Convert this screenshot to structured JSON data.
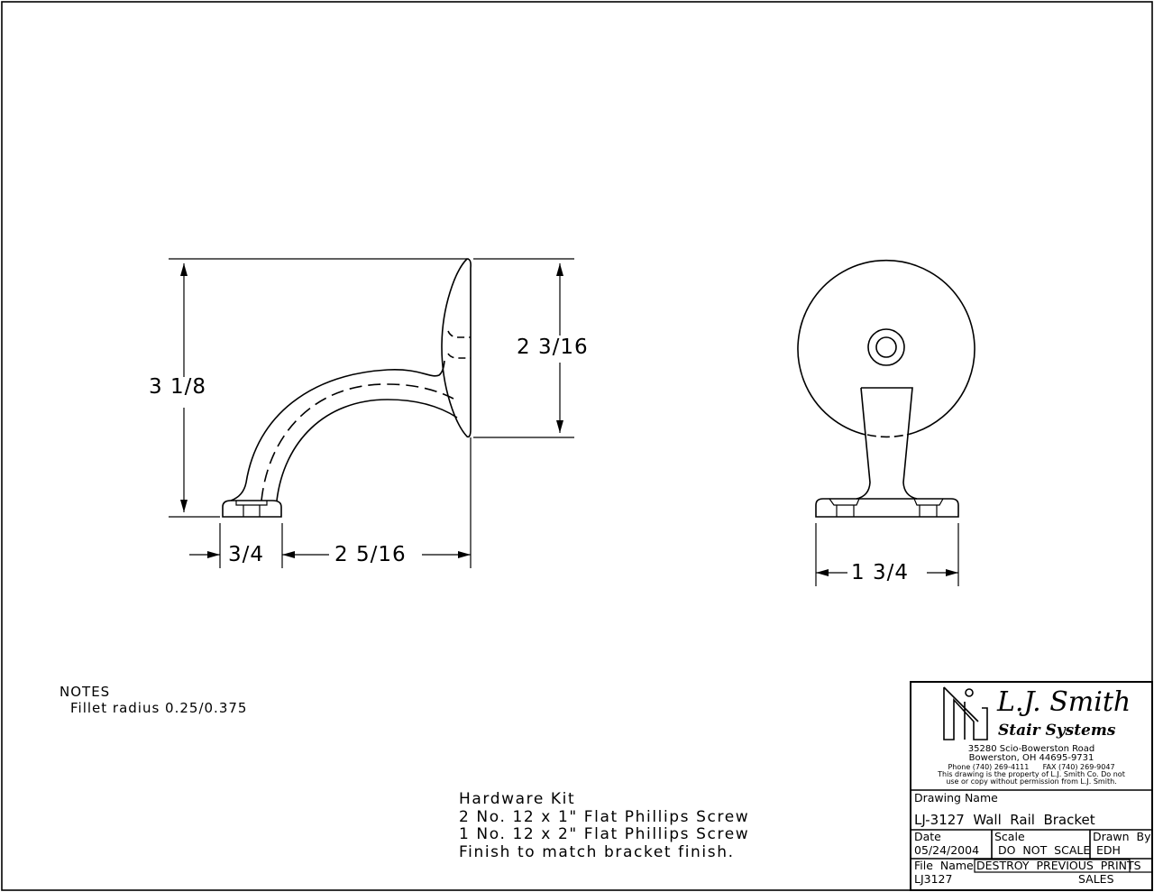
{
  "dimensions": {
    "height_overall": "3 1/8",
    "wall_plate_height": "2 3/16",
    "base_width": "3/4",
    "projection": "2 5/16",
    "front_width": "1 3/4"
  },
  "notes": {
    "heading": "NOTES",
    "line1": "Fillet radius 0.25/0.375"
  },
  "hardware": {
    "lines": [
      "Hardware Kit",
      "2 No. 12 x 1\" Flat Phillips Screw",
      "1 No. 12 x 2\" Flat Phillips Screw",
      "Finish to match bracket finish."
    ]
  },
  "title_block": {
    "logo_text": "L.J. Smith",
    "logo_sub": "Stair Systems",
    "address1": "35280 Scio-Bowerston Road",
    "address2": "Bowerston, OH 44695-9731",
    "phone": "Phone (740) 269-4111      FAX (740) 269-9047",
    "notice1": "This drawing is the property of L.J. Smith Co. Do not",
    "notice2": "use or copy without permission from L.J. Smith.",
    "drawing_name_label": "Drawing Name",
    "drawing_name": "LJ-3127  Wall  Rail  Bracket",
    "date_label": "Date",
    "date": "05/24/2004",
    "scale_label": "Scale",
    "scale": "DO  NOT  SCALE",
    "drawn_by_label": "Drawn  By",
    "drawn_by": "EDH",
    "file_name_label": "File  Name",
    "file_name": "LJ3127",
    "destroy": "DESTROY  PREVIOUS  PRINTS",
    "sales": "SALES"
  }
}
